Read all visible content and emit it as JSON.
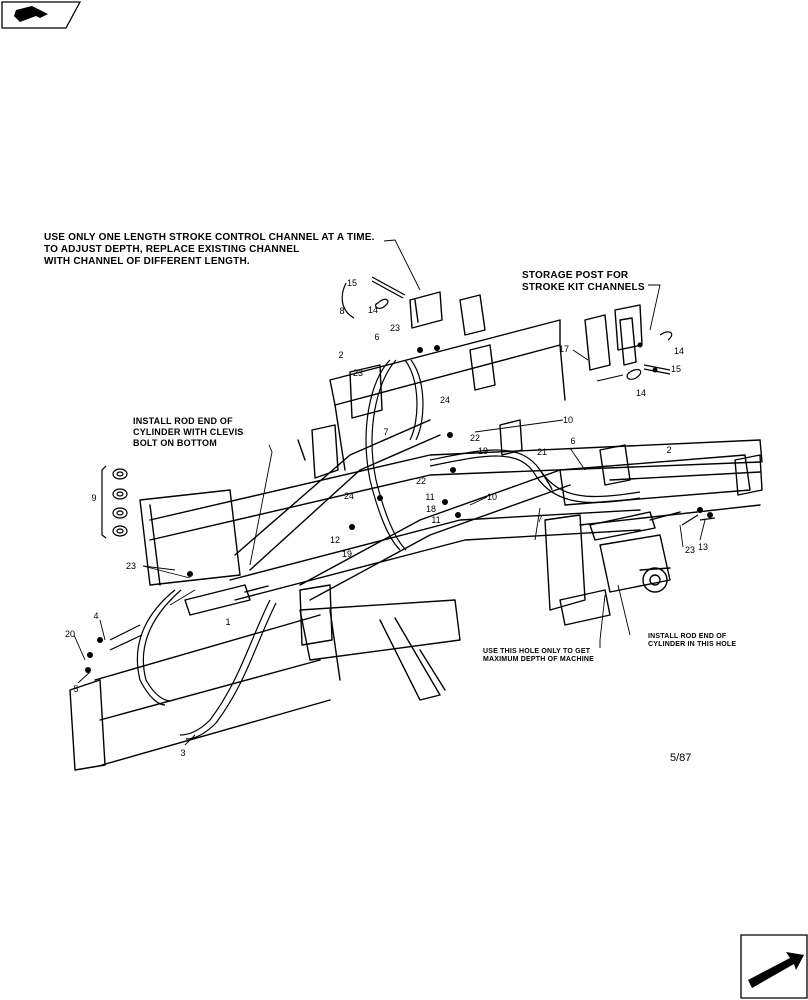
{
  "notes": {
    "stroke_control": [
      "USE ONLY ONE LENGTH STROKE CONTROL CHANNEL AT A TIME.",
      "TO ADJUST DEPTH, REPLACE EXISTING CHANNEL",
      "WITH CHANNEL OF DIFFERENT LENGTH."
    ],
    "storage_post": [
      "STORAGE POST FOR",
      "STROKE KIT CHANNELS"
    ],
    "install_clevis": [
      "INSTALL ROD END OF",
      "CYLINDER WITH CLEVIS",
      "BOLT ON BOTTOM"
    ],
    "use_hole": [
      "USE THIS HOLE ONLY TO GET",
      "MAXIMUM DEPTH OF MACHINE"
    ],
    "install_hole": [
      "INSTALL ROD END OF",
      "CYLINDER IN THIS HOLE"
    ]
  },
  "plate_code": "5/87",
  "callouts": {
    "c15a": "15",
    "c8": "8",
    "c14a": "14",
    "c6a": "6",
    "c23a": "23",
    "c2a": "2",
    "c23b": "23",
    "c17": "17",
    "c14b": "14",
    "c15b": "15",
    "c14c": "14",
    "c24a": "24",
    "c10a": "10",
    "c22a": "22",
    "c19a": "19",
    "c7a": "7",
    "c21": "21",
    "c6b": "6",
    "c2b": "2",
    "c9": "9",
    "c22b": "22",
    "c24b": "24",
    "c11a": "11",
    "c18": "18",
    "c10b": "10",
    "c11b": "11",
    "c7b": "7",
    "c12": "12",
    "c19b": "19",
    "c23c": "23",
    "c13": "13",
    "c23d": "23",
    "c1": "1",
    "c4": "4",
    "c20": "20",
    "c5": "5",
    "c3": "3"
  },
  "nav": {
    "prev_icon": "prev-page-icon",
    "next_icon": "next-page-icon"
  }
}
